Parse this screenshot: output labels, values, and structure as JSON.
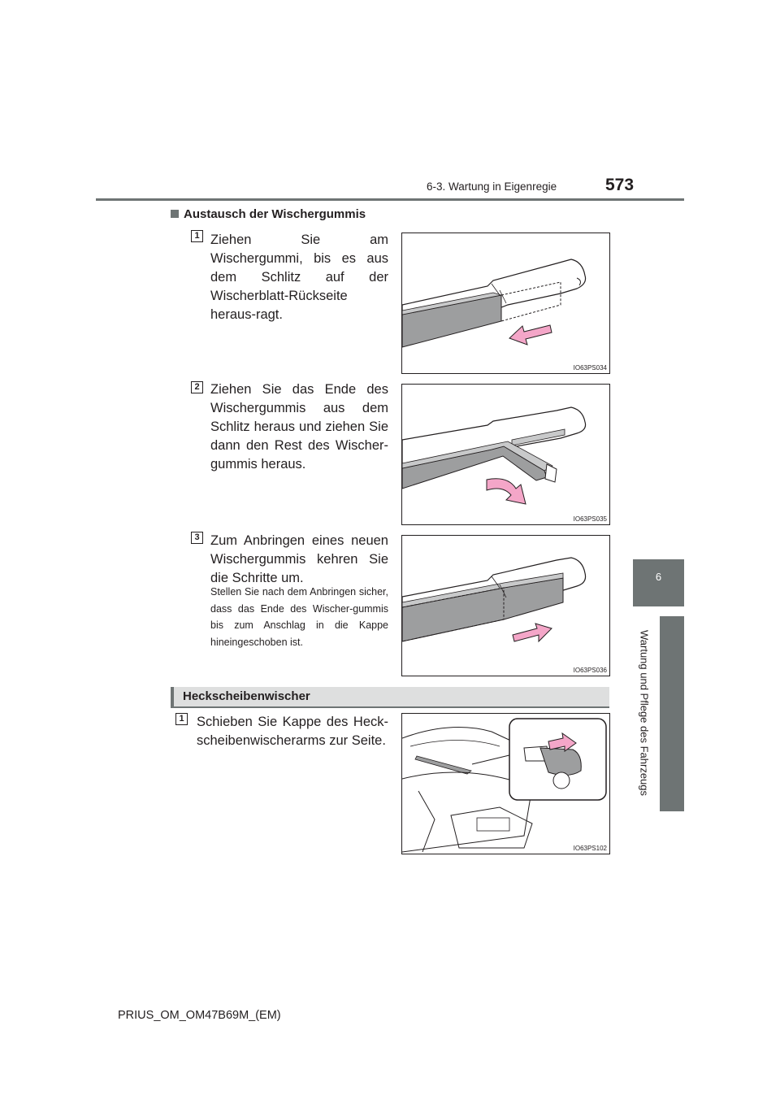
{
  "header": {
    "section": "6-3. Wartung in Eigenregie",
    "page_number": "573"
  },
  "side_tab": {
    "chapter_number": "6",
    "chapter_title": "Wartung und Pflege des Fahrzeugs"
  },
  "subsection_title": "Austausch der Wischergummis",
  "steps": [
    {
      "number": "1",
      "text": "Ziehen Sie am Wischergummi, bis es aus dem Schlitz auf der Wischerblatt-Rückseite heraus-ragt.",
      "figure_code": "IO63PS034"
    },
    {
      "number": "2",
      "text": "Ziehen Sie das Ende des Wischergummis aus dem Schlitz heraus und ziehen Sie dann den Rest des Wischer-gummis heraus.",
      "figure_code": "IO63PS035"
    },
    {
      "number": "3",
      "text": "Zum Anbringen eines neuen Wischergummis kehren Sie die Schritte um.",
      "note": "Stellen Sie nach dem Anbringen sicher, dass das Ende des Wischer-gummis bis zum Anschlag in die Kappe hineingeschoben ist.",
      "figure_code": "IO63PS036"
    }
  ],
  "section_heading": "Heckscheibenwischer",
  "rear_steps": [
    {
      "number": "1",
      "text": "Schieben Sie Kappe des Heck-scheibenwischerarms zur Seite.",
      "figure_code": "IO63PS102"
    }
  ],
  "footer": "PRIUS_OM_OM47B69M_(EM)",
  "colors": {
    "tab_gray": "#6e7474",
    "banner_gray": "#dedfdf",
    "arrow_pink": "#f4a6c8",
    "blade_gray": "#9d9e9f"
  }
}
